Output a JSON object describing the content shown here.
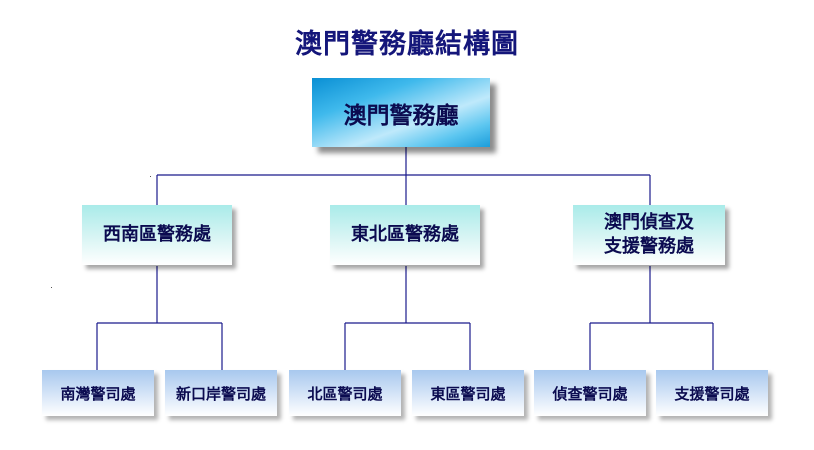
{
  "title": "澳門警務廳結構圖",
  "root": {
    "label": "澳門警務廳"
  },
  "divisions": [
    {
      "label": "西南區警務處",
      "units": [
        "南灣警司處",
        "新口岸警司處"
      ]
    },
    {
      "label": "東北區警務處",
      "units": [
        "北區警司處",
        "東區警司處"
      ]
    },
    {
      "label": "澳門偵查及\n支援警務處",
      "units": [
        "偵查警司處",
        "支援警司處"
      ]
    }
  ],
  "colors": {
    "title": "#14167a",
    "lines": "#1a1a8c",
    "root_gradient_main": "#3fb9ec",
    "division_gradient_top": "#a9ebe9",
    "unit_gradient_top": "#a8c8ee"
  }
}
